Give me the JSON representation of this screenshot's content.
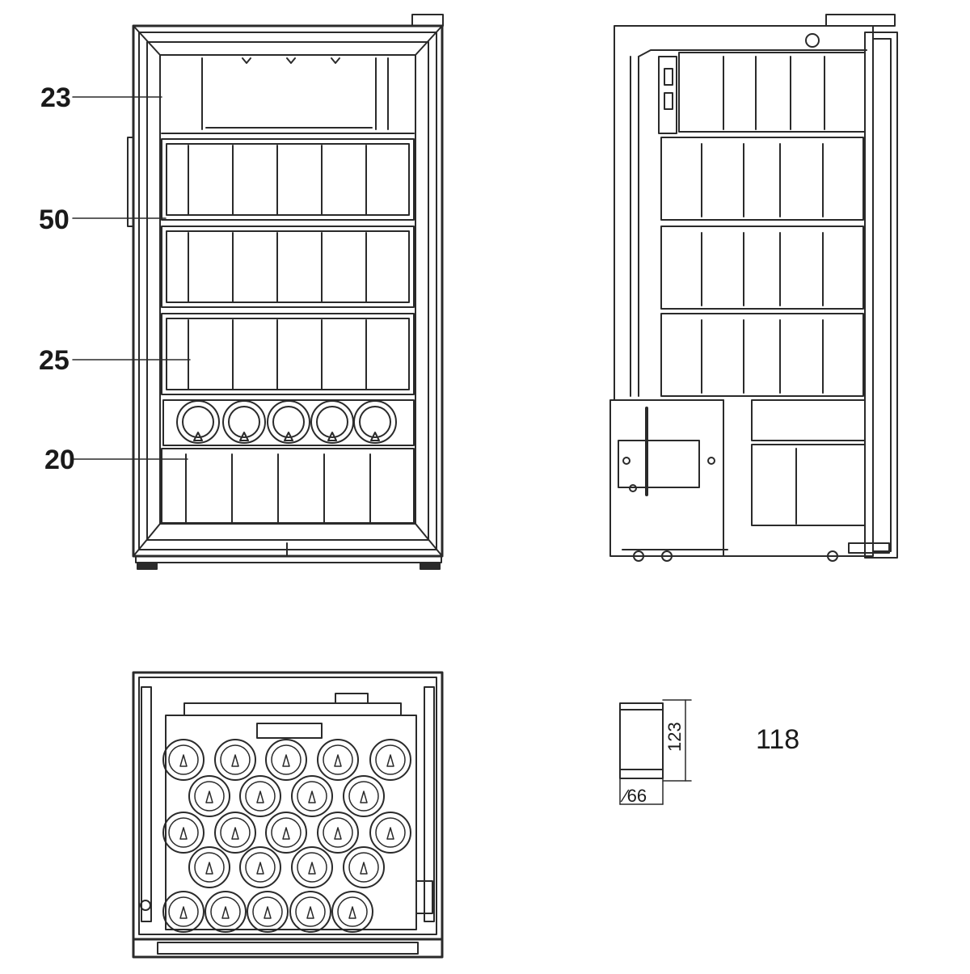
{
  "callouts": {
    "top_bin": "23",
    "cans_middle": "50",
    "cans_bottom_shelf": "25",
    "bottom_bin": "20"
  },
  "can_dimensions": {
    "height": "123",
    "diameter": "∕66"
  },
  "total_capacity": "118"
}
